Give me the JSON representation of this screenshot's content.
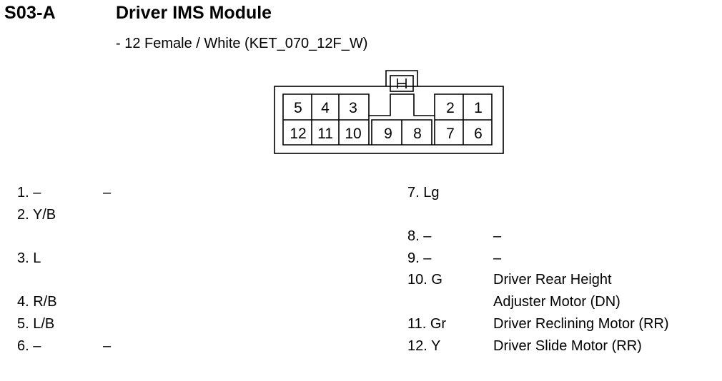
{
  "header": {
    "code": "S03-A",
    "title": "Driver IMS Module",
    "subtitle": "- 12 Female / White (KET_070_12F_W)"
  },
  "connector": {
    "top_row": [
      "5",
      "4",
      "3",
      "2",
      "1"
    ],
    "bottom_row": [
      "12",
      "11",
      "10",
      "9",
      "8",
      "7",
      "6"
    ]
  },
  "pins_left": [
    {
      "label": "1. –",
      "func": "–"
    },
    {
      "label": "2. Y/B",
      "func": ""
    },
    {
      "label": "3. L",
      "func": ""
    },
    {
      "label": "4. R/B",
      "func": ""
    },
    {
      "label": "5. L/B",
      "func": ""
    },
    {
      "label": "6. –",
      "func": "–"
    }
  ],
  "pins_right": [
    {
      "label": "7. Lg",
      "func": ""
    },
    {
      "label": "8. –",
      "func": "–"
    },
    {
      "label": "9. –",
      "func": "–"
    },
    {
      "label": "10. G",
      "func": "Driver Rear Height"
    },
    {
      "label": "",
      "func": "Adjuster Motor (DN)"
    },
    {
      "label": "11. Gr",
      "func": "Driver Reclining Motor (RR)"
    },
    {
      "label": "12. Y",
      "func": "Driver Slide Motor (RR)"
    }
  ]
}
